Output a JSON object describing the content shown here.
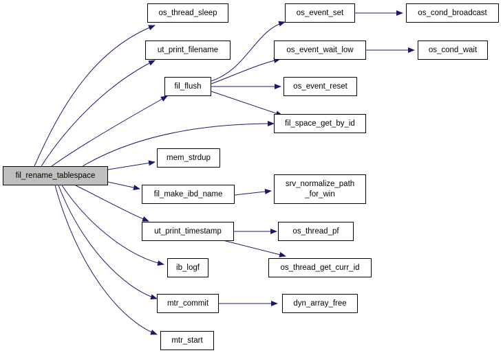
{
  "colors": {
    "edge": "#191970",
    "root_fill": "#bfbfbf",
    "node_fill": "#ffffff",
    "border": "#000000"
  },
  "nodes": {
    "fil_rename_tablespace": "fil_rename_tablespace",
    "os_thread_sleep": "os_thread_sleep",
    "ut_print_filename": "ut_print_filename",
    "fil_flush": "fil_flush",
    "os_event_set": "os_event_set",
    "os_cond_broadcast": "os_cond_broadcast",
    "os_event_wait_low": "os_event_wait_low",
    "os_cond_wait": "os_cond_wait",
    "os_event_reset": "os_event_reset",
    "fil_space_get_by_id": "fil_space_get_by_id",
    "mem_strdup": "mem_strdup",
    "fil_make_ibd_name": "fil_make_ibd_name",
    "srv_normalize_path_for_win": "srv_normalize_path\n_for_win",
    "ut_print_timestamp": "ut_print_timestamp",
    "os_thread_pf": "os_thread_pf",
    "os_thread_get_curr_id": "os_thread_get_curr_id",
    "ib_logf": "ib_logf",
    "mtr_commit": "mtr_commit",
    "dyn_array_free": "dyn_array_free",
    "mtr_start": "mtr_start"
  }
}
